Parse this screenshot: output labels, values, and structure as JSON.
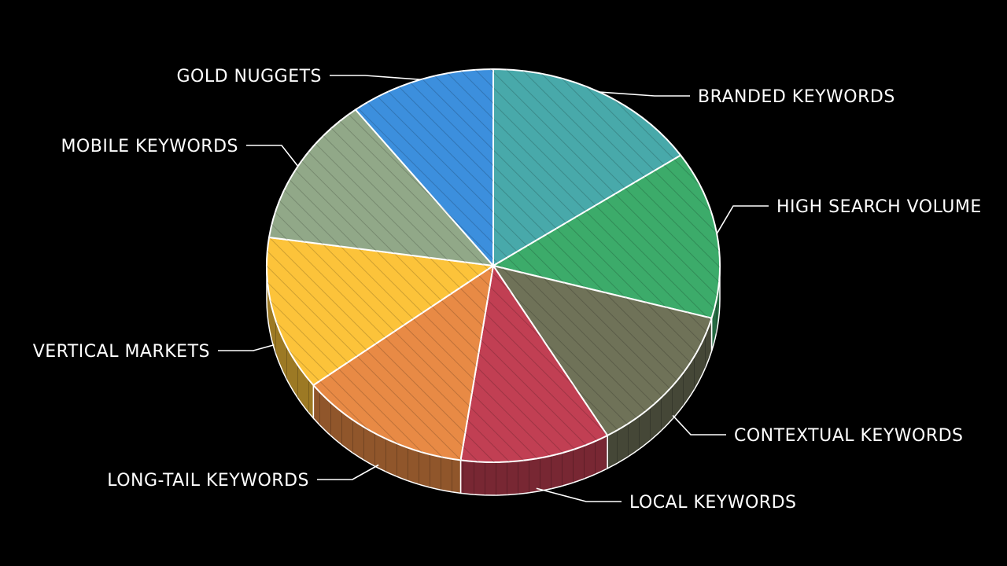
{
  "chart_data": {
    "type": "pie",
    "title": "",
    "slices": [
      {
        "label": "BRANDED KEYWORDS",
        "value": 15.5,
        "color": "#48a9aa"
      },
      {
        "label": "HIGH SEARCH VOLUME",
        "value": 13.8,
        "color": "#3cab6a"
      },
      {
        "label": "CONTEXTUAL KEYWORDS",
        "value": 12.3,
        "color": "#6f7258"
      },
      {
        "label": "LOCAL KEYWORDS",
        "value": 10.7,
        "color": "#c13f53"
      },
      {
        "label": "LONG-TAIL KEYWORDS",
        "value": 12.3,
        "color": "#e88a45"
      },
      {
        "label": "VERTICAL MARKETS",
        "value": 12.7,
        "color": "#fcc33a"
      },
      {
        "label": "MOBILE KEYWORDS",
        "value": 12.3,
        "color": "#91a888"
      },
      {
        "label": "GOLD NUGGETS",
        "value": 10.4,
        "color": "#3c8fdd"
      }
    ]
  }
}
